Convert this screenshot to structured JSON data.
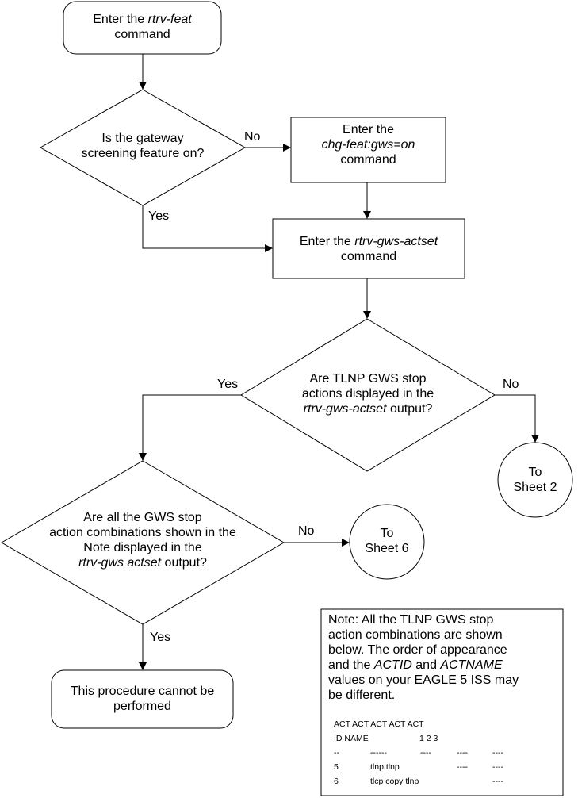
{
  "nodes": {
    "start": {
      "line1_pre": "Enter the ",
      "line1_em": "rtrv-feat",
      "line2": "command"
    },
    "decision_gws": {
      "line1": "Is the gateway",
      "line2": "screening feature on?"
    },
    "chg_feat": {
      "line1": "Enter the",
      "line2_em": "chg-feat:gws=on",
      "line3": "command"
    },
    "rtrv_actset": {
      "line1_pre": "Enter the ",
      "line1_em": "rtrv-gws-actset",
      "line2": "command"
    },
    "decision_tlnp": {
      "line1": "Are TLNP GWS stop",
      "line2": "actions displayed in the",
      "line3_em": "rtrv-gws-actset",
      "line3_post": " output?"
    },
    "to_sheet2": {
      "line1": "To",
      "line2": "Sheet 2"
    },
    "decision_all": {
      "line1": "Are all the GWS stop",
      "line2": "action combinations shown in the",
      "line3": "Note displayed in the",
      "line4_em": "rtrv-gws actset",
      "line4_post": " output?"
    },
    "to_sheet6": {
      "line1": "To",
      "line2": "Sheet 6"
    },
    "end": {
      "line1": "This procedure cannot be",
      "line2": "performed"
    }
  },
  "edge_labels": {
    "gws_no": "No",
    "gws_yes": "Yes",
    "tlnp_yes": "Yes",
    "tlnp_no": "No",
    "all_no": "No",
    "all_yes": "Yes"
  },
  "note": {
    "l1": "Note:  All the TLNP GWS stop",
    "l2": "action combinations are shown",
    "l3": "below. The order of appearance",
    "l4_pre": "and the ",
    "l4_em1": "ACTID",
    "l4_mid": " and ",
    "l4_em2": "ACTNAME",
    "l5": "values on your EAGLE 5 ISS may",
    "l6": "be different.",
    "table": {
      "header1": "ACT ACT ACT ACT ACT",
      "header2_a": "ID NAME",
      "header2_b": "1 2 3",
      "sep_a": "--",
      "sep_b": "------",
      "sep_c": "----",
      "sep_d": "----",
      "sep_e": "----",
      "r1_id": "5",
      "r1_name": "tlnp tlnp",
      "r1_c": "----",
      "r1_d": "----",
      "r2_id": "6",
      "r2_name": "tlcp copy tlnp",
      "r2_d": "----"
    }
  }
}
